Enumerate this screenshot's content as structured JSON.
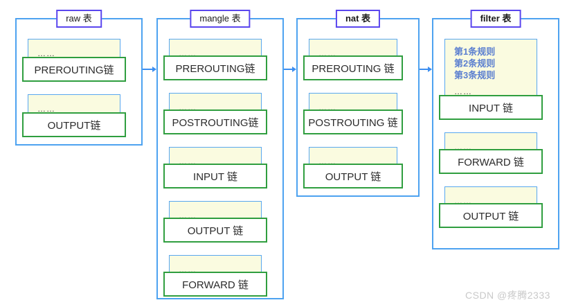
{
  "diagram": {
    "title_suffix": "表",
    "dots": "……",
    "colors": {
      "container_border": "#4da2f0",
      "title_border": "#5a46ee",
      "note_fill": "#fafbe0",
      "note_border": "#58a7ef",
      "chain_border": "#2f9e3f",
      "rule_text": "#5b7fd0",
      "arrow": "#3d8ef0",
      "watermark": "#c9c9c9"
    }
  },
  "tables": [
    {
      "id": "raw",
      "title": "raw 表",
      "bold_title": false,
      "chains": [
        {
          "name": "PREROUTING链",
          "dots": "……",
          "rules": []
        },
        {
          "name": "OUTPUT链",
          "dots": "……",
          "rules": []
        }
      ]
    },
    {
      "id": "mangle",
      "title": "mangle 表",
      "bold_title": false,
      "chains": [
        {
          "name": "PREROUTING链",
          "dots": "……",
          "rules": []
        },
        {
          "name": "POSTROUTING链",
          "dots": "……",
          "rules": []
        },
        {
          "name": "INPUT 链",
          "dots": "……",
          "rules": []
        },
        {
          "name": "OUTPUT 链",
          "dots": "……",
          "rules": []
        },
        {
          "name": "FORWARD 链",
          "dots": "……",
          "rules": []
        }
      ]
    },
    {
      "id": "nat",
      "title": "nat 表",
      "bold_title": true,
      "chains": [
        {
          "name": "PREROUTING 链",
          "dots": "……",
          "rules": []
        },
        {
          "name": "POSTROUTING 链",
          "dots": "……",
          "rules": []
        },
        {
          "name": "OUTPUT 链",
          "dots": "……",
          "rules": []
        }
      ]
    },
    {
      "id": "filter",
      "title": "filter 表",
      "bold_title": true,
      "chains": [
        {
          "name": "INPUT 链",
          "dots": "……",
          "rules": [
            "第1条规则",
            "第2条规则",
            "第3条规则"
          ]
        },
        {
          "name": "FORWARD 链",
          "dots": "……",
          "rules": []
        },
        {
          "name": "OUTPUT 链",
          "dots": "……",
          "rules": []
        }
      ]
    }
  ],
  "arrows": [
    {
      "from": "raw",
      "to": "mangle"
    },
    {
      "from": "mangle",
      "to": "nat"
    },
    {
      "from": "nat",
      "to": "filter"
    }
  ],
  "watermark": "CSDN @疼腾2333"
}
